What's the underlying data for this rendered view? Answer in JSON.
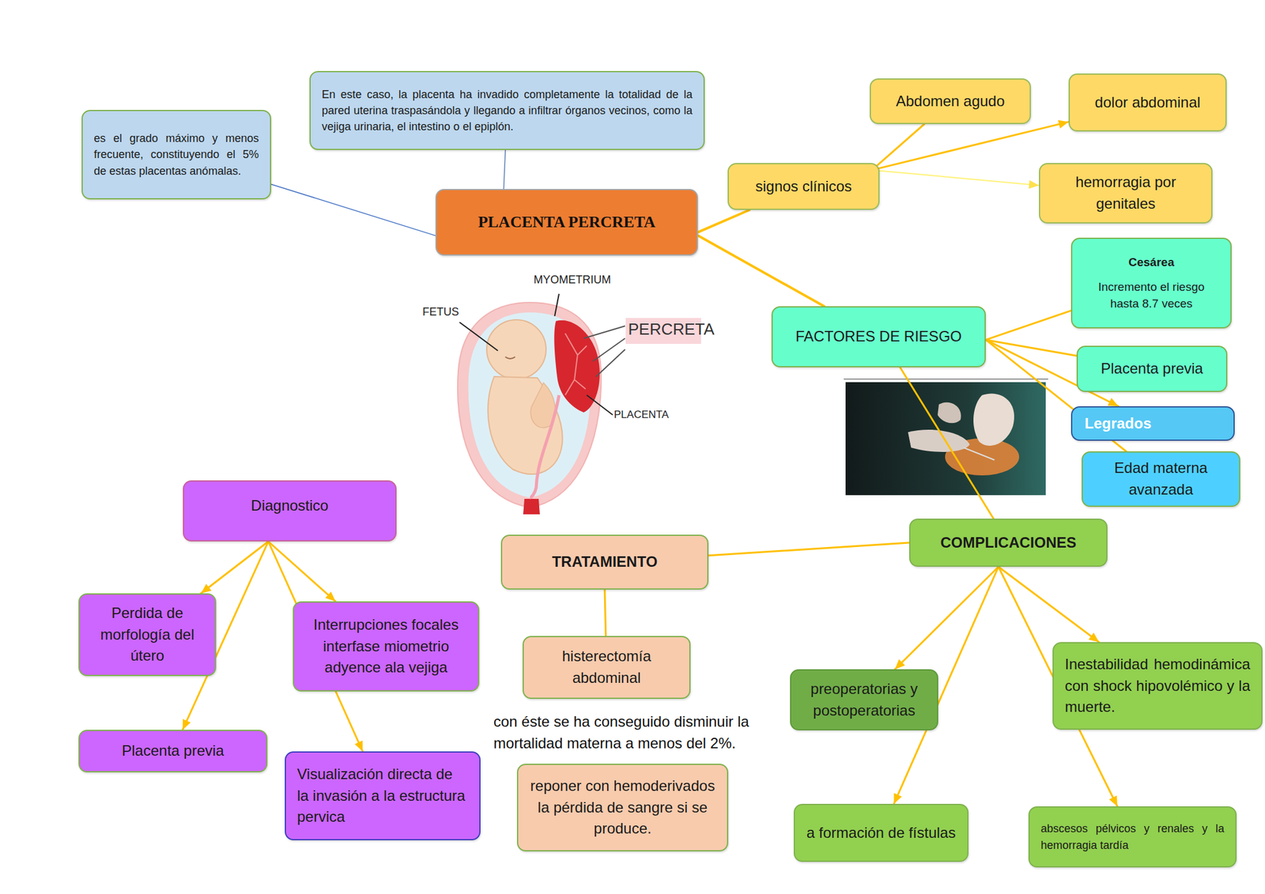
{
  "diagram": {
    "nodes": [
      {
        "text": [
          "es el grado máximo y menos frecuente, constituyendo el 5% de estas placentas anómalas."
        ]
      },
      {
        "text": [
          "En este caso, la placenta ha invadido completamente la totalidad de la pared uterina traspasándola y llegando a infiltrar órganos vecinos, como la vejiga urinaria, el intestino o el epiplón."
        ]
      },
      {
        "text": [
          "Abdomen agudo"
        ]
      },
      {
        "text": [
          "dolor abdominal"
        ]
      },
      {
        "text": [
          "PLACENTA PERCRETA"
        ]
      },
      {
        "text": [
          "signos clínicos"
        ]
      },
      {
        "text": [
          "hemorragia por genitales"
        ]
      },
      {
        "text": [
          "Cesárea",
          "Incremento el riesgo hasta 8.7 veces"
        ]
      },
      {
        "text": [
          "FACTORES DE RIESGO"
        ]
      },
      {
        "text": [
          "Placenta previa"
        ]
      },
      {
        "text": [
          "Legrados"
        ]
      },
      {
        "text": [
          "Edad materna avanzada"
        ]
      },
      {
        "text": [
          "Diagnostico"
        ]
      },
      {
        "text": [
          "COMPLICACIONES"
        ]
      },
      {
        "text": [
          "TRATAMIENTO"
        ]
      },
      {
        "text": [
          "Perdida de morfología del útero"
        ]
      },
      {
        "text": [
          "Interrupciones focales interfase miometrio adyence ala vejiga"
        ]
      },
      {
        "text": [
          "histerectomía abdominal"
        ]
      },
      {
        "text": [
          "preoperatorias y postoperatorias"
        ]
      },
      {
        "text": [
          "Inestabilidad hemodinámica con shock hipovolémico y la muerte."
        ]
      },
      {
        "text": [
          "Placenta previa"
        ]
      },
      {
        "text": [
          "Visualización directa de la invasión a la estructura pervica"
        ]
      },
      {
        "text": [
          "reponer con hemoderivados la pérdida de sangre si se produce."
        ]
      },
      {
        "text": [
          "a formación de fístulas"
        ]
      },
      {
        "text": [
          "abscesos pélvicos y renales y la hemorragia tardía"
        ]
      }
    ],
    "edges": [
      {
        "from": 4,
        "to": 0,
        "arrow": "none"
      },
      {
        "from": 4,
        "to": 1,
        "arrow": "none"
      },
      {
        "from": 4,
        "to": 5,
        "arrow": "none"
      },
      {
        "from": 5,
        "to": 2,
        "arrow": "none"
      },
      {
        "from": 5,
        "to": 3,
        "arrow": "to"
      },
      {
        "from": 5,
        "to": 6,
        "arrow": "to"
      },
      {
        "from": 4,
        "to": 8,
        "arrow": "none"
      },
      {
        "from": 8,
        "to": 7,
        "arrow": "none"
      },
      {
        "from": 8,
        "to": 9,
        "arrow": "none"
      },
      {
        "from": 8,
        "to": 10,
        "arrow": "to"
      },
      {
        "from": 8,
        "to": 11,
        "arrow": "none"
      },
      {
        "from": 8,
        "to": 13,
        "arrow": "none"
      },
      {
        "from": 13,
        "to": 14,
        "arrow": "none"
      },
      {
        "from": 14,
        "to": 17,
        "arrow": "none"
      },
      {
        "from": 12,
        "to": 15,
        "arrow": "to"
      },
      {
        "from": 12,
        "to": 16,
        "arrow": "to"
      },
      {
        "from": 12,
        "to": 20,
        "arrow": "to"
      },
      {
        "from": 12,
        "to": 21,
        "arrow": "to"
      },
      {
        "from": 13,
        "to": 18,
        "arrow": "to"
      },
      {
        "from": 13,
        "to": 19,
        "arrow": "to"
      },
      {
        "from": 13,
        "to": 23,
        "arrow": "to"
      },
      {
        "from": 13,
        "to": 24,
        "arrow": "to"
      }
    ],
    "labels": [
      "con éste se ha conseguido disminuir la mortalidad materna a menos del 2%.",
      "MYOMETRIUM",
      "FETUS",
      "PERCRETA",
      "PLACENTA"
    ]
  }
}
